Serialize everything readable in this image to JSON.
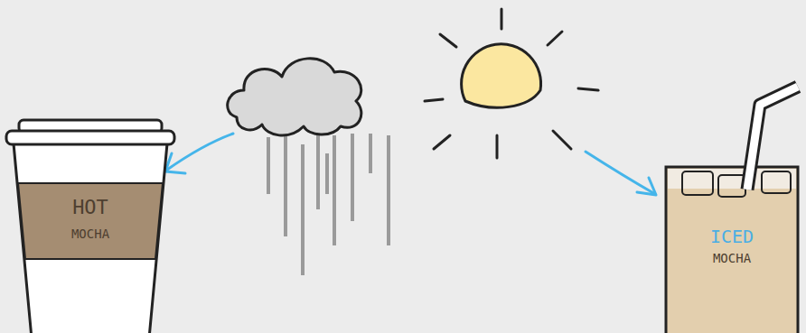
{
  "diagram": {
    "nodes": [
      {
        "text": [
          "HOT",
          "MOCHA"
        ]
      },
      {
        "text": [
          "ICED",
          "MOCHA"
        ]
      }
    ]
  }
}
